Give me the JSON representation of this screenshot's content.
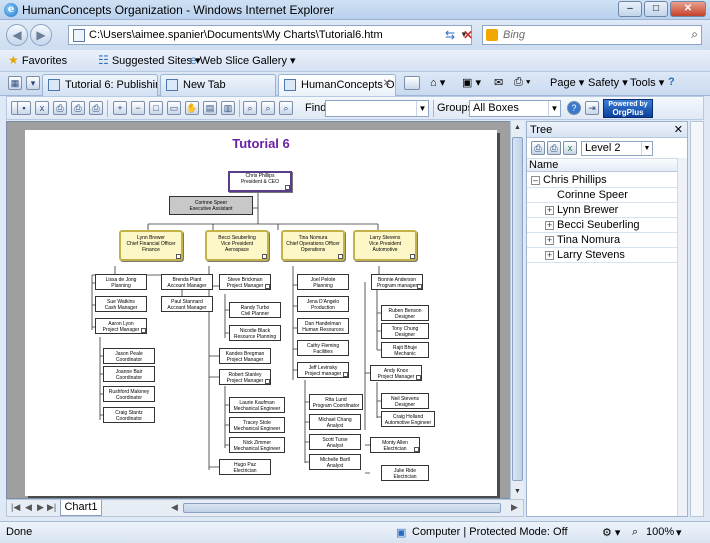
{
  "window": {
    "title": "HumanConcepts Organization - Windows Internet Explorer",
    "controls": {
      "minimize": "–",
      "maximize": "□",
      "close": "✕"
    }
  },
  "address": {
    "url": "C:\\Users\\aimee.spanier\\Documents\\My Charts\\Tutorial6.htm",
    "search_placeholder": "Bing"
  },
  "favorites": {
    "label": "Favorites",
    "items": [
      "Suggested Sites ▾",
      "Web Slice Gallery ▾"
    ]
  },
  "tabs": [
    {
      "label": "Tutorial 6: Publishing ..."
    },
    {
      "label": "New Tab"
    },
    {
      "label": "HumanConcepts O...",
      "active": true
    }
  ],
  "commandbar": {
    "page": "Page ▾",
    "safety": "Safety ▾",
    "tools": "Tools ▾",
    "help": "?"
  },
  "toolbar": {
    "find_label": "Find",
    "find_value": "",
    "groups_label": "Groups",
    "groups_value": "All Boxes",
    "orgplus_line1": "Powered by",
    "orgplus_line2": "OrgPlus"
  },
  "tree": {
    "title": "Tree",
    "close": "✕",
    "level_value": "Level 2",
    "column": "Name",
    "items": [
      {
        "label": "Chris  Phillips",
        "expander": "–"
      },
      {
        "label": "Corinne  Speer",
        "expander": ""
      },
      {
        "label": "Lynn  Brewer",
        "expander": "+"
      },
      {
        "label": "Becci  Seuberling",
        "expander": "+"
      },
      {
        "label": "Tina  Nomura",
        "expander": "+"
      },
      {
        "label": "Larry  Stevens",
        "expander": "+"
      }
    ]
  },
  "sheet": {
    "tab": "Chart1"
  },
  "status": {
    "left": "Done",
    "zone": "Computer | Protected Mode: Off",
    "zoom": "100%"
  },
  "chart": {
    "title": "Tutorial 6",
    "top": {
      "name": "Chris Phillips",
      "role": "President & CEO"
    },
    "assistant": {
      "name": "Corinne Speer",
      "role": "Executive Assistant"
    },
    "vps": [
      {
        "name": "Lynn Brewer",
        "role": "Chief Financial Officer",
        "dept": "Finance"
      },
      {
        "name": "Becci Seuberling",
        "role": "Vice President",
        "dept": "Aerospace"
      },
      {
        "name": "Tina Nomura",
        "role": "Chief Operations Officer",
        "dept": "Operations"
      },
      {
        "name": "Larry Stevens",
        "role": "Vice President",
        "dept": "Automotive"
      }
    ],
    "finance": [
      {
        "name": "Lissa de Jong",
        "role": "Planning"
      },
      {
        "name": "Sue Watkins",
        "role": "Cash Manager"
      },
      {
        "name": "Aaron Lyon",
        "role": "Project Manager"
      },
      {
        "name": "Brenda Plant",
        "role": "Account Manager"
      },
      {
        "name": "Paul Stannard",
        "role": "Account Manager"
      },
      {
        "name": "Jason Peale",
        "role": "Coordinator"
      },
      {
        "name": "Joanne Bair",
        "role": "Coordinator"
      },
      {
        "name": "Rushford Maloney",
        "role": "Coordinator"
      },
      {
        "name": "Craig Stantz",
        "role": "Coordinator"
      }
    ],
    "aero": [
      {
        "name": "Steve Brickman",
        "role": "Project Manager"
      },
      {
        "name": "Randy Turbo",
        "role": "Civil Planner"
      },
      {
        "name": "Nicodie Black",
        "role": "Resource Planning"
      },
      {
        "name": "Kandes Bregman",
        "role": "Project Manager"
      },
      {
        "name": "Robert Stanley",
        "role": "Project Manager"
      },
      {
        "name": "Laurie Kaufman",
        "role": "Mechanical Engineer"
      },
      {
        "name": "Tracey Stole",
        "role": "Mechanical Engineer"
      },
      {
        "name": "Nick Zimmer",
        "role": "Mechanical Engineer"
      },
      {
        "name": "Hugo Paz",
        "role": "Electrician"
      }
    ],
    "ops": [
      {
        "name": "Joel Pelote",
        "role": "Planning"
      },
      {
        "name": "Jena D'Angelo",
        "role": "Production"
      },
      {
        "name": "Dan Handelman",
        "role": "Human Resources"
      },
      {
        "name": "Cathy Fleming",
        "role": "Facilities"
      },
      {
        "name": "Jeff Levinsky",
        "role": "Project manager"
      },
      {
        "name": "Rita Lund",
        "role": "Program Coordinator"
      },
      {
        "name": "Michael Chang",
        "role": "Analyst"
      },
      {
        "name": "Scott Turse",
        "role": "Analyst"
      },
      {
        "name": "Michelle Bartl",
        "role": "Analyst"
      }
    ],
    "auto": [
      {
        "name": "Bonnie Anderson",
        "role": "Program manager"
      },
      {
        "name": "Ruben Benson",
        "role": "Designer"
      },
      {
        "name": "Tony Chung",
        "role": "Designer"
      },
      {
        "name": "Rajit Bhuje",
        "role": "Mechanic"
      },
      {
        "name": "Andy Knox",
        "role": "Project Manager"
      },
      {
        "name": "Neil Stevens",
        "role": "Designer"
      },
      {
        "name": "Craig Holland",
        "role": "Automotive Engineer"
      },
      {
        "name": "Monty Allen",
        "role": "Electrician"
      },
      {
        "name": "Julie Ride",
        "role": "Electrician"
      }
    ]
  }
}
